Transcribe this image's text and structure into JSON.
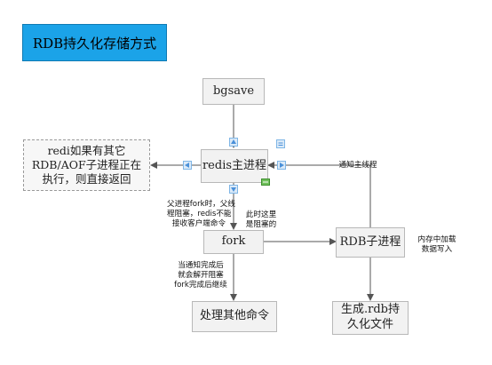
{
  "title": "RDB持久化存储方式",
  "nodes": {
    "bgsave": "bgsave",
    "main": "redis主进程",
    "existing": "redi如果有其它RDB/AOF子进程正在执行，则直接返回",
    "fork": "fork",
    "child": "RDB子进程",
    "other": "处理其他命令",
    "file": "生成.rdb持久化文件"
  },
  "notes": {
    "parent_block": [
      "父进程fork时，父线",
      "程阻塞，redis不能",
      "接收客户端命令"
    ],
    "blocked_here": [
      "此时这里",
      "是阻塞的"
    ],
    "notify_main": "通知主线程",
    "memory_load": [
      "内存中加载",
      "数据写入"
    ],
    "resume": [
      "当通知完成后",
      "就会解开阻塞",
      "fork完成后继续"
    ]
  },
  "colors": {
    "title_bg": "#1ba3e8",
    "box_bg": "#f2f2f2",
    "line": "#555555",
    "handle": "#7fb6e6"
  }
}
